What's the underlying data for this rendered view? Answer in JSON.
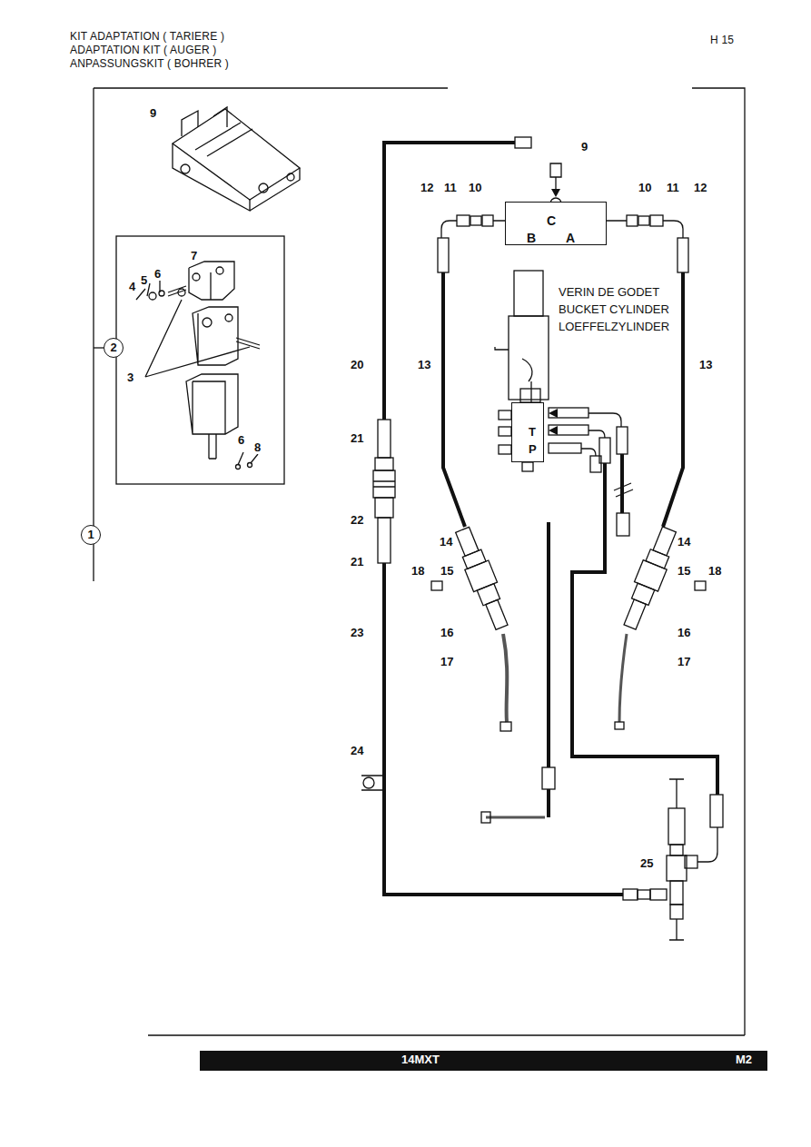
{
  "diagram": {
    "title": "KIT ADAPTATION ( TARIERE )",
    "nodes": [
      {
        "text": [
          "1"
        ]
      },
      {
        "text": [
          "2"
        ]
      },
      {
        "text": [
          "C",
          "B",
          "A"
        ]
      },
      {
        "text": [
          "T",
          "P"
        ]
      },
      {
        "text": [
          "14MXT",
          "M2"
        ]
      }
    ],
    "labels": [
      "ADAPTATION KIT ( AUGER )",
      "ANPASSUNGSKIT ( BOHRER )",
      "H 15",
      "9",
      "7",
      "4",
      "5",
      "6",
      "3",
      "6",
      "8",
      "9",
      "12",
      "11",
      "10",
      "10",
      "11",
      "12",
      "VERIN DE GODET",
      "BUCKET CYLINDER",
      "LOEFFELZYLINDER",
      "20",
      "13",
      "13",
      "21",
      "22",
      "21",
      "14",
      "18",
      "15",
      "16",
      "17",
      "14",
      "15",
      "18",
      "16",
      "17",
      "23",
      "24",
      "25"
    ]
  }
}
